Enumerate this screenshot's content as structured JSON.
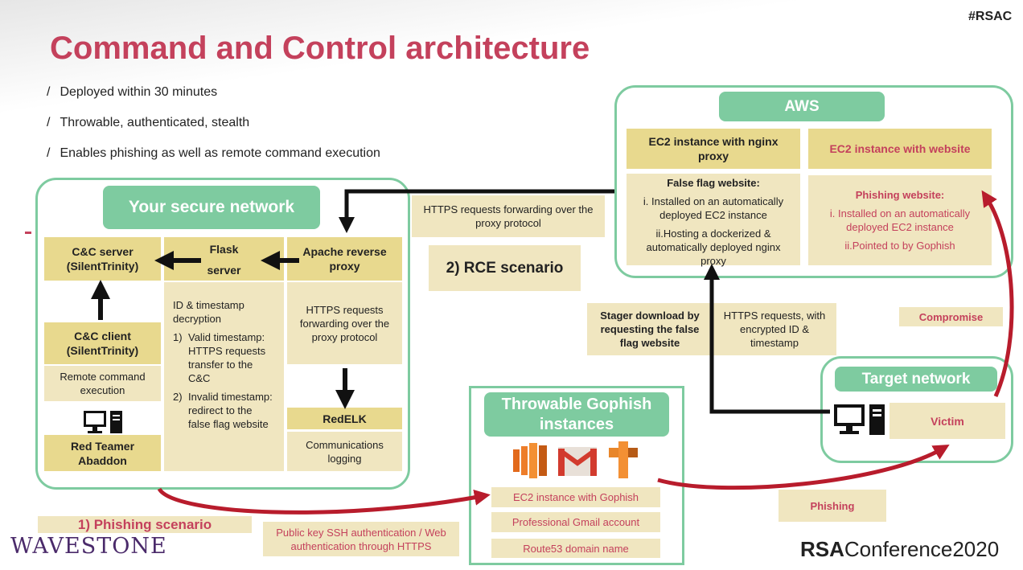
{
  "header": {
    "tag": "#RSAC",
    "title": "Command and Control architecture"
  },
  "bullets": [
    "Deployed within 30 minutes",
    "Throwable, authenticated, stealth",
    "Enables phishing as well as remote command execution"
  ],
  "secure_network": {
    "title": "Your secure network",
    "cc_server": "C&C server (SilentTrinity)",
    "flask_server_line1": "Flask",
    "flask_server_line2": "server",
    "apache_proxy": "Apache reverse proxy",
    "flask_details_intro": "ID & timestamp decryption",
    "flask_details_1": "Valid timestamp: HTTPS requests transfer to the C&C",
    "flask_details_2": "Invalid timestamp: redirect to the false flag website",
    "proxy_details": "HTTPS requests forwarding over the proxy protocol",
    "cc_client": "C&C client (SilentTrinity)",
    "remote_exec": "Remote command execution",
    "red_teamer": "Red Teamer Abaddon",
    "redelk": "RedELK",
    "comm_logging": "Communications logging"
  },
  "aws": {
    "title": "AWS",
    "ec2_nginx": "EC2 instance with nginx proxy",
    "ec2_website": "EC2 instance with website",
    "false_flag_title": "False flag website:",
    "false_flag_1": "i. Installed on an automatically deployed EC2 instance",
    "false_flag_2": "ii.Hosting a dockerized & automatically deployed nginx proxy",
    "phishing_title": "Phishing website:",
    "phishing_1": "i. Installed on an automatically deployed EC2 instance",
    "phishing_2": "ii.Pointed to by Gophish"
  },
  "middle": {
    "https_forwarding": "HTTPS requests forwarding over the proxy protocol",
    "rce_scenario": "2) RCE scenario",
    "stager": "Stager download by requesting the false flag website",
    "https_encrypted": "HTTPS requests, with encrypted ID & timestamp",
    "compromise": "Compromise"
  },
  "target": {
    "title": "Target network",
    "victim": "Victim"
  },
  "gophish": {
    "title": "Throwable Gophish instances",
    "ec2": "EC2 instance with Gophish",
    "gmail": "Professional Gmail account",
    "route53": "Route53 domain name",
    "phishing": "Phishing"
  },
  "footer": {
    "phishing_scenario": "1) Phishing scenario",
    "ssh_auth": "Public key SSH authentication / Web authentication through HTTPS",
    "wavestone": "WAVESTONE",
    "rsa_bold": "RSA",
    "rsa_conf": "Conference2020"
  },
  "colors": {
    "title": "#c4415c",
    "green": "#7ecba0",
    "tan": "#f0e6c0",
    "tan_dark": "#e8d98e",
    "arrow_red": "#b81c2c"
  }
}
